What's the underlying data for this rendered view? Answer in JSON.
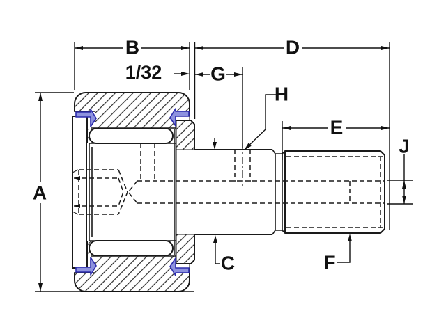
{
  "drawing": {
    "labels": {
      "a": "A",
      "b": "B",
      "c": "C",
      "d": "D",
      "e": "E",
      "f": "F",
      "g": "G",
      "h": "H",
      "j": "J",
      "offset": "1/32"
    },
    "colors": {
      "background": "#ffffff",
      "line": "#1a1a1a",
      "dimension": "#111111",
      "seal_fill": "#8d92de",
      "seal_stroke": "#2b2bac",
      "hatch": "#2a2a2a"
    }
  }
}
